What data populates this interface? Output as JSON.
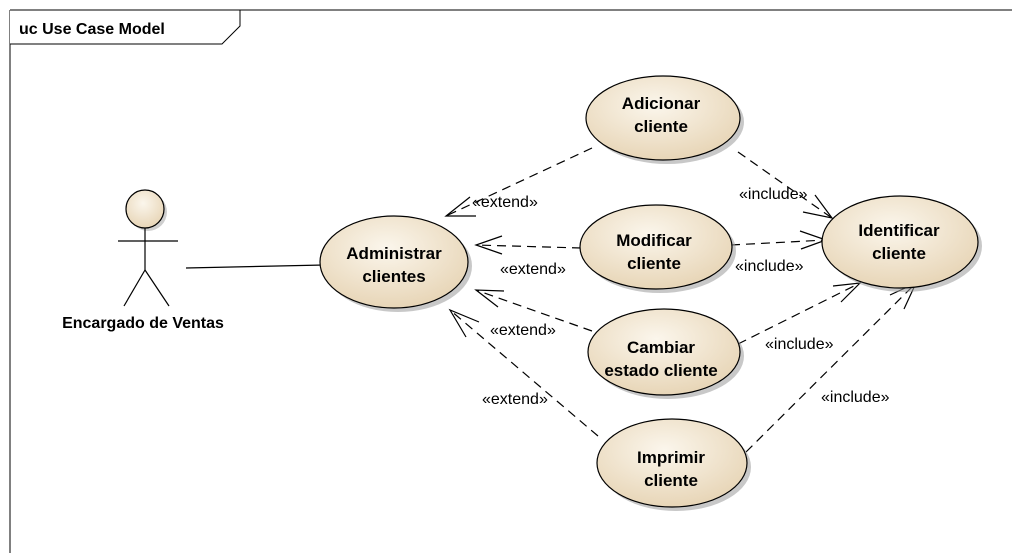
{
  "frame": {
    "title": "uc Use Case Model"
  },
  "actor": {
    "name": "Encargado de Ventas"
  },
  "use_cases": {
    "administrar": [
      "Administrar",
      "clientes"
    ],
    "adicionar": [
      "Adicionar",
      "cliente"
    ],
    "modificar": [
      "Modificar",
      "cliente"
    ],
    "cambiar": [
      "Cambiar",
      "estado  cliente"
    ],
    "imprimir": [
      "Imprimir",
      "cliente"
    ],
    "identificar": [
      "Identificar",
      "cliente"
    ]
  },
  "relations": {
    "extend_label": "«extend»",
    "include_label": "«include»"
  },
  "colors": {
    "use_case_fill": "#efe3cc",
    "use_case_shadow": "#9a9a9a",
    "stroke": "#000000"
  }
}
